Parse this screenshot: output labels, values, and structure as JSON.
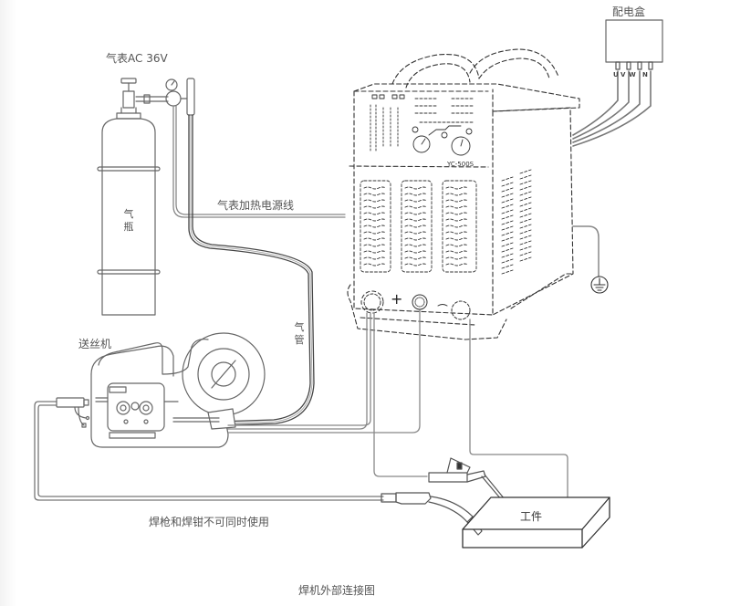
{
  "diagram": {
    "title": "焊机外部连接图",
    "labels": {
      "distribution_box": "配电盒",
      "gas_meter": "气表AC 36V",
      "gas_cylinder": "气瓶",
      "gas_heater_power_line": "气表加热电源线",
      "wire_feeder": "送丝机",
      "gas_hose": "气管",
      "workpiece": "工件",
      "warning_note": "焊枪和焊钳不可同时使用",
      "welder_model": "YC-500S",
      "positive_terminal": "+"
    },
    "distribution_box_phases": [
      "U",
      "V",
      "W",
      "N"
    ],
    "components": [
      {
        "id": "distribution-box",
        "name": "配电盒"
      },
      {
        "id": "gas-cylinder",
        "name": "气瓶"
      },
      {
        "id": "gas-regulator",
        "name": "气表AC 36V"
      },
      {
        "id": "welding-machine",
        "name": "YC-500S"
      },
      {
        "id": "wire-feeder",
        "name": "送丝机"
      },
      {
        "id": "welding-torch",
        "name": "焊枪"
      },
      {
        "id": "electrode-holder",
        "name": "焊钳"
      },
      {
        "id": "workpiece",
        "name": "工件"
      },
      {
        "id": "ground",
        "name": "接地"
      }
    ],
    "connections": [
      {
        "from": "配电盒",
        "to": "焊机",
        "label": "U V W N"
      },
      {
        "from": "气表",
        "to": "焊机",
        "label": "气表加热电源线"
      },
      {
        "from": "气瓶",
        "to": "送丝机",
        "label": "气管"
      },
      {
        "from": "焊机 +",
        "to": "送丝机"
      },
      {
        "from": "焊机",
        "to": "焊钳"
      },
      {
        "from": "焊机 -",
        "to": "工件"
      },
      {
        "from": "焊机",
        "to": "接地"
      },
      {
        "from": "送丝机",
        "to": "焊枪"
      }
    ],
    "colors": {
      "line": "#555555",
      "dashed": "#333333",
      "text": "#555555"
    }
  }
}
